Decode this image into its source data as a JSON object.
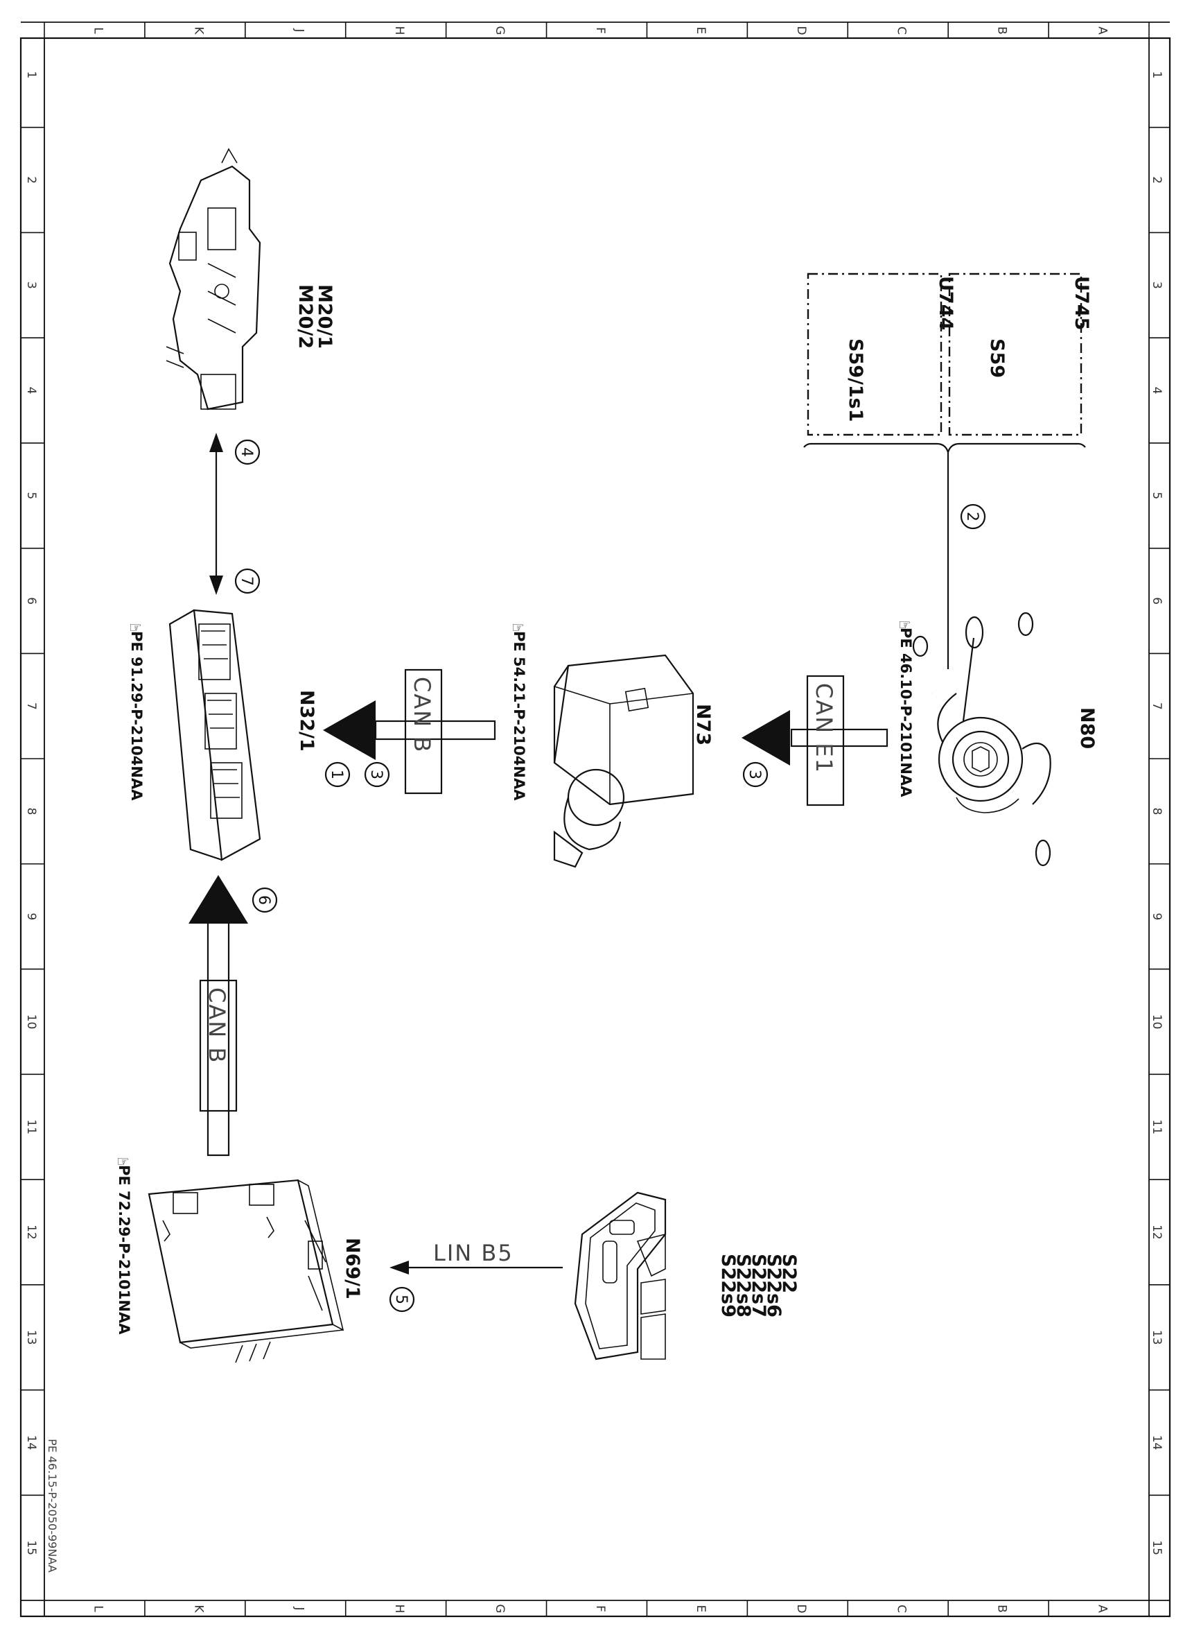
{
  "grid": {
    "letters": [
      "L",
      "K",
      "J",
      "H",
      "G",
      "F",
      "E",
      "D",
      "C",
      "B",
      "A"
    ],
    "numbers": [
      "1",
      "2",
      "3",
      "4",
      "5",
      "6",
      "7",
      "8",
      "9",
      "10",
      "11",
      "12",
      "13",
      "14",
      "15"
    ]
  },
  "components": {
    "n80": {
      "label": "N80",
      "ref": "PE 46.10-P-2101NAA"
    },
    "n73": {
      "label": "N73",
      "ref": "PE 54.21-P-2104NAA"
    },
    "n32_1": {
      "label": "N32/1",
      "ref": "PE 91.29-P-2104NAA"
    },
    "m20": {
      "label_1": "M20/1",
      "label_2": "M20/2"
    },
    "n69_1": {
      "label": "N69/1",
      "ref": "PE 72.29-P-2101NAA"
    },
    "s22": {
      "labels": [
        "S22",
        "S22s6",
        "S22s7",
        "S22s8",
        "S22s9"
      ]
    },
    "u744": {
      "label": "U744",
      "item": "S59/1s1"
    },
    "u745": {
      "label": "U745",
      "item": "S59"
    }
  },
  "buses": {
    "can_e1": "CAN E1",
    "can_b_top": "CAN B",
    "can_b_bottom": "CAN B",
    "lin_b5": "LIN B5"
  },
  "callouts": {
    "c2": "2",
    "c3a": "3",
    "c3b": "3",
    "c1": "1",
    "c4": "4",
    "c7": "7",
    "c6": "6",
    "c5": "5"
  },
  "footer": {
    "drawing_id": "PE 46.15-P-2050-99NAA"
  },
  "colors": {
    "ink": "#111111",
    "background": "#ffffff"
  }
}
